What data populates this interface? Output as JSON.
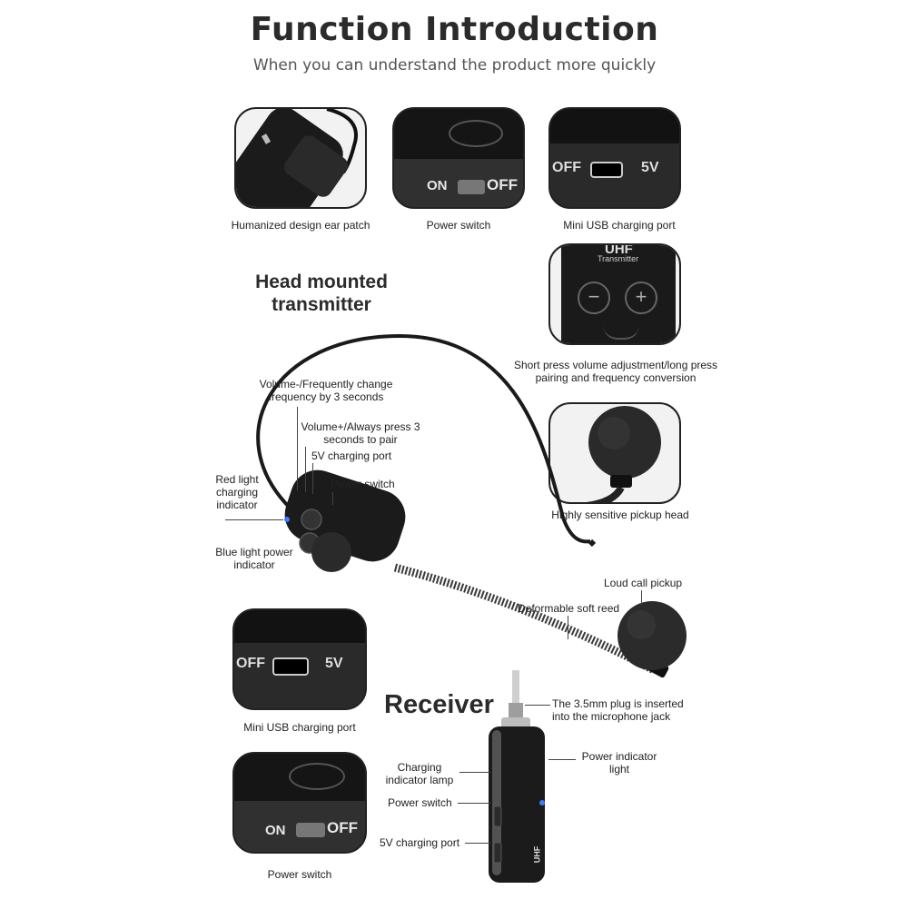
{
  "header": {
    "title": "Function Introduction",
    "subtitle": "When you can understand the product more quickly"
  },
  "top_panels": [
    {
      "caption": "Humanized design ear patch"
    },
    {
      "caption": "Power switch",
      "on": "ON",
      "off": "OFF"
    },
    {
      "caption": "Mini USB charging port",
      "off": "OFF",
      "volt": "5V"
    }
  ],
  "transmitter_panel": {
    "brand": "UHF",
    "label": "Transmitter",
    "caption": "Short press volume adjustment/long press pairing and frequency conversion"
  },
  "mic_panel": {
    "caption": "Highly sensitive pickup head"
  },
  "headset": {
    "title": "Head mounted transmitter",
    "callouts": {
      "volume_minus": "Volume-/Frequently change frequency by 3 seconds",
      "volume_plus": "Volume+/Always press 3 seconds to pair",
      "charging_port": "5V charging port",
      "power_switch": "Power switch",
      "red_light": "Red light charging indicator",
      "blue_light": "Blue light power indicator",
      "loud_call": "Loud call pickup",
      "soft_reed": "Deformable soft reed"
    }
  },
  "bottom_panels": [
    {
      "caption": "Mini USB charging port",
      "off": "OFF",
      "volt": "5V"
    },
    {
      "caption": "Power switch",
      "on": "ON",
      "off": "OFF"
    }
  ],
  "receiver": {
    "title": "Receiver",
    "brand": "UHF",
    "callouts": {
      "plug": "The 3.5mm plug is inserted into the microphone jack",
      "charging_lamp": "Charging indicator lamp",
      "power_light": "Power indicator light",
      "power_switch": "Power switch",
      "charging_port": "5V charging port"
    }
  }
}
